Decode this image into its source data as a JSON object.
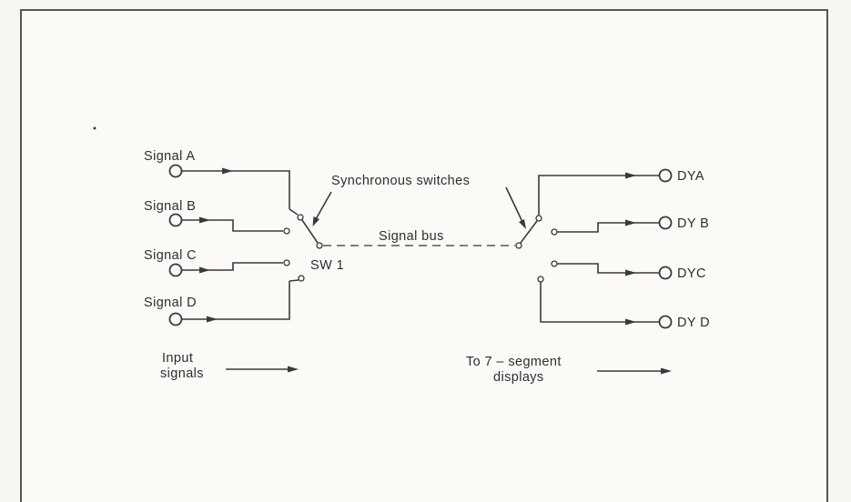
{
  "inputs": [
    {
      "label": "Signal A"
    },
    {
      "label": "Signal B"
    },
    {
      "label": "Signal C"
    },
    {
      "label": "Signal D"
    }
  ],
  "outputs": [
    {
      "label": "DYA"
    },
    {
      "label": "DY B"
    },
    {
      "label": "DYC"
    },
    {
      "label": "DY D"
    }
  ],
  "switch_label": "SW 1",
  "synchronous_label": "Synchronous switches",
  "bus_label": "Signal bus",
  "footer": {
    "input_line1": "Input",
    "input_line2": "signals",
    "output_line1": "To 7 – segment",
    "output_line2": "displays"
  }
}
